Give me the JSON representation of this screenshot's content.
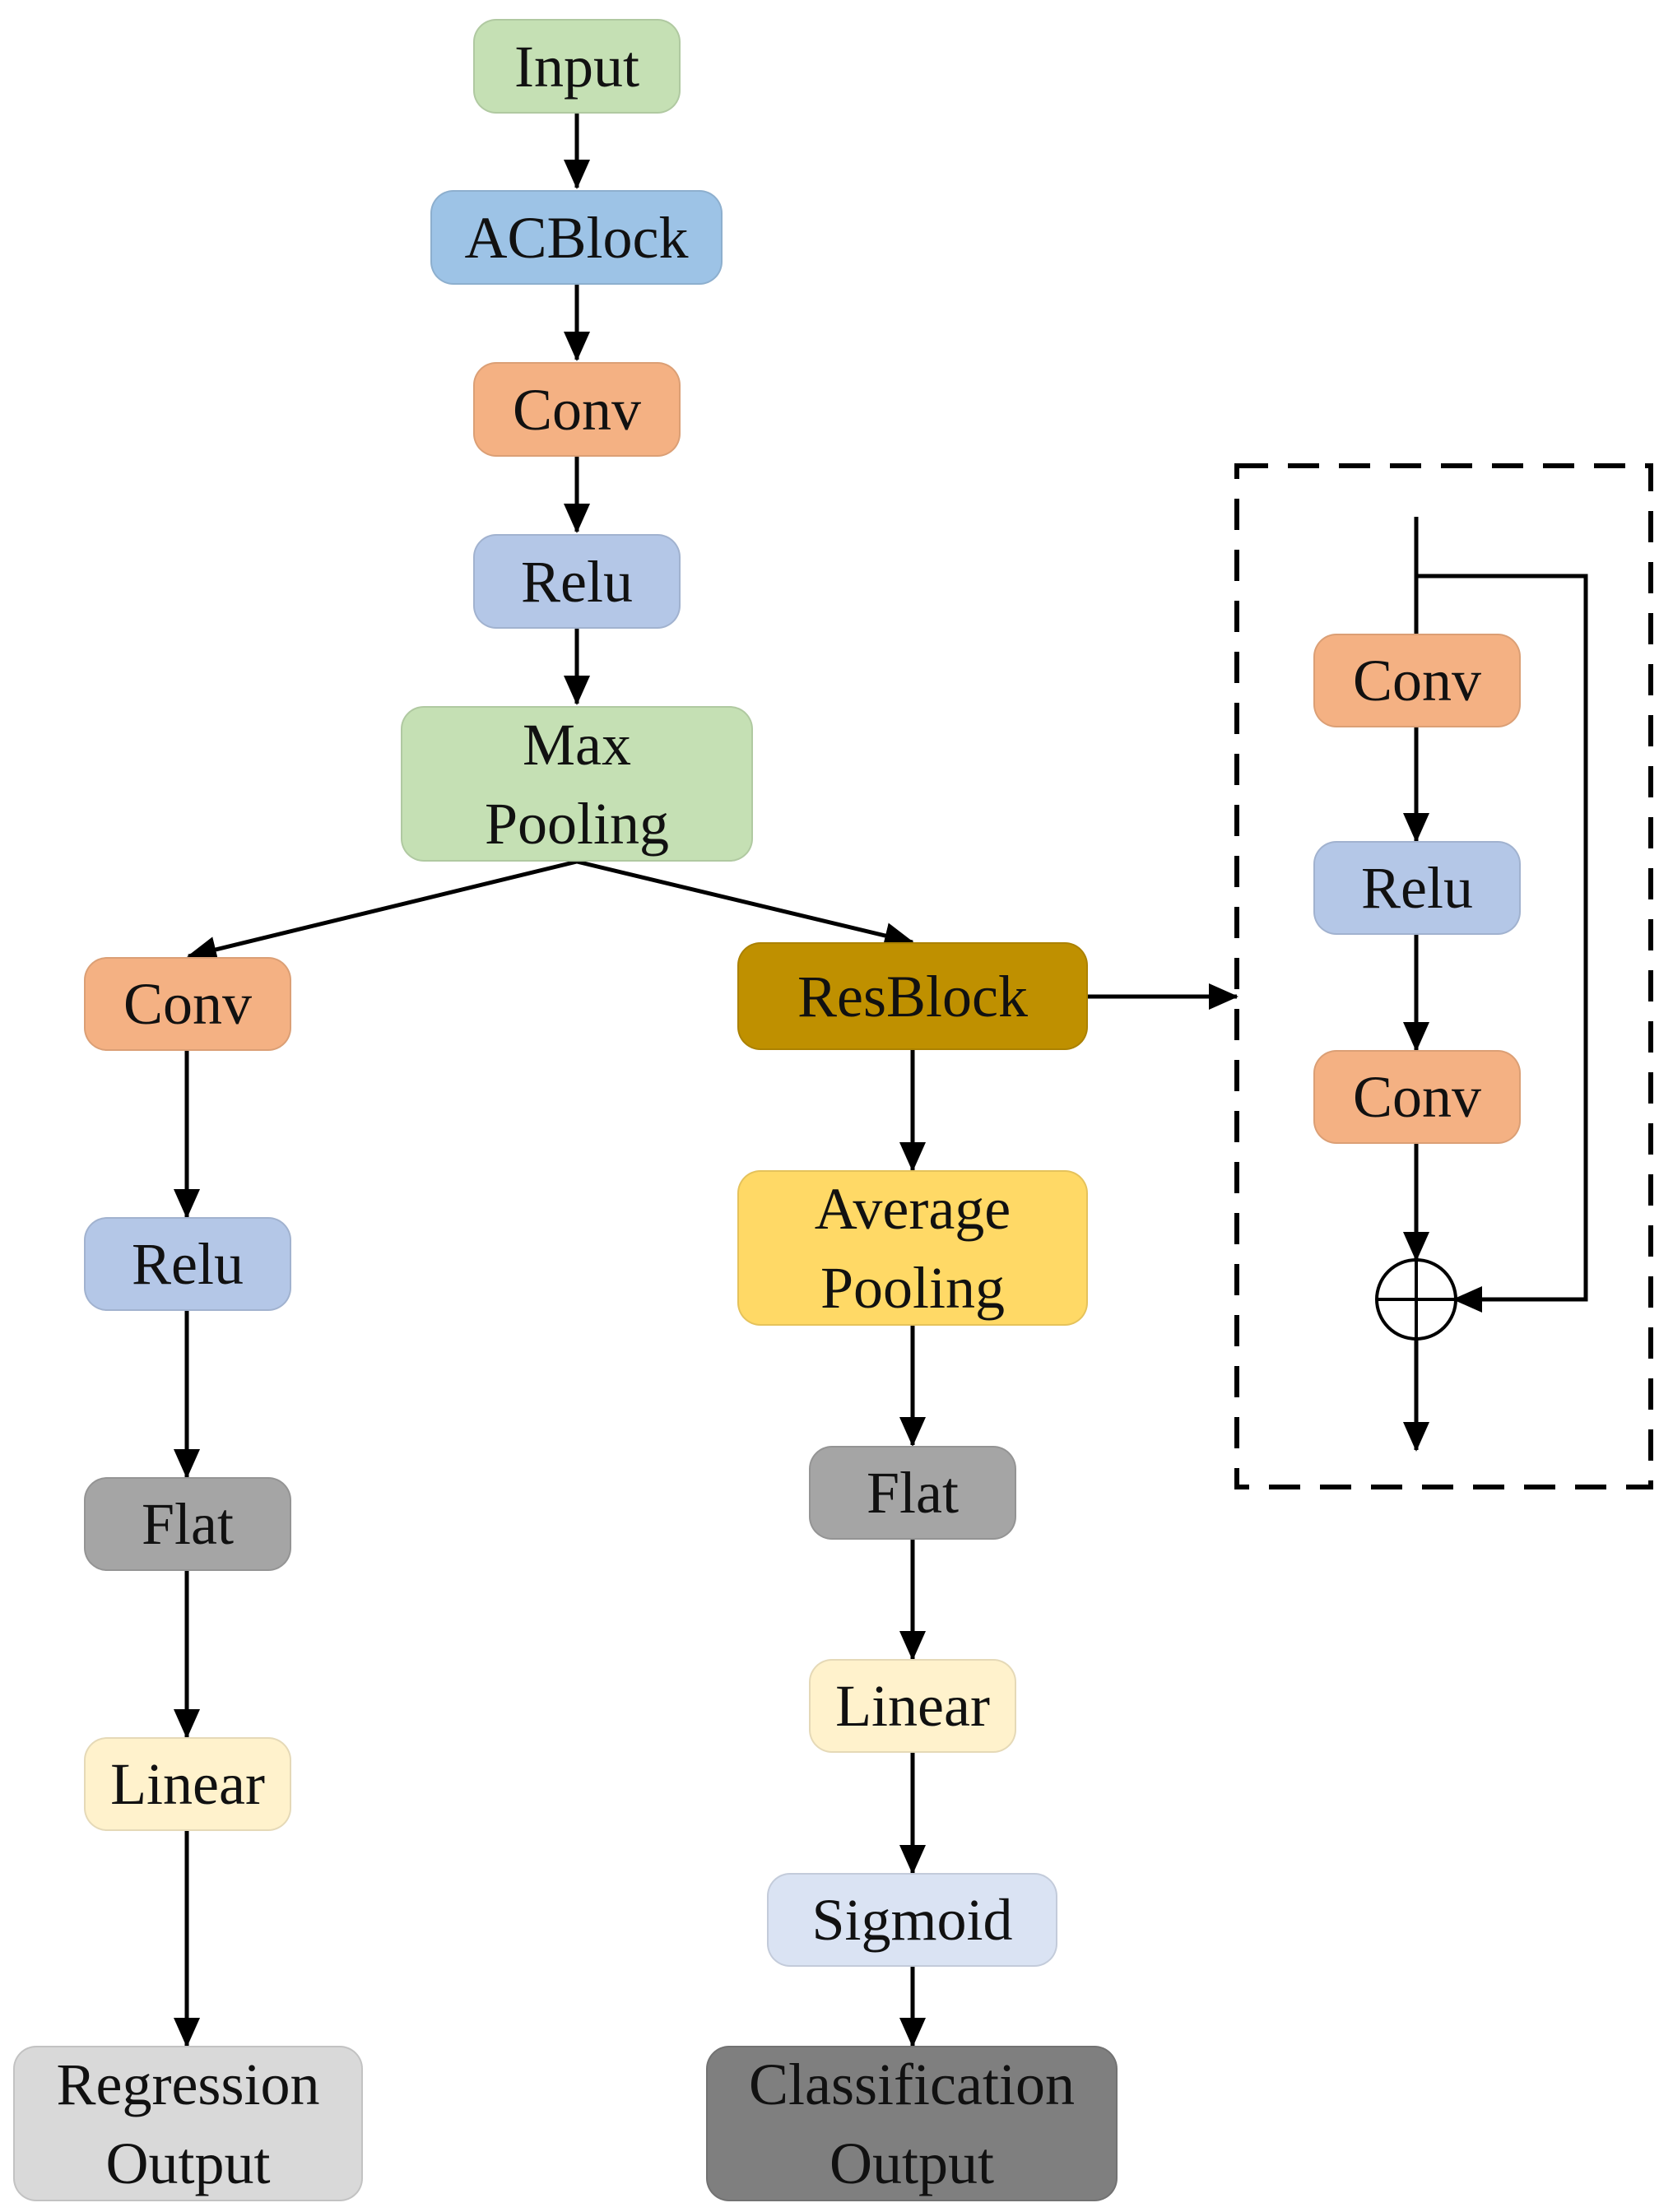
{
  "colors": {
    "green": "#C5E0B4",
    "blue": "#9DC3E6",
    "orange": "#F4B183",
    "periwinkle": "#B4C7E7",
    "olive": "#BF9000",
    "yellow": "#FFD966",
    "gray_mid": "#A5A5A5",
    "cream": "#FFF2CC",
    "lavender": "#DAE3F3",
    "gray_light": "#D9D9D9",
    "gray_dark": "#7F7F7F"
  },
  "main_path": {
    "input": "Input",
    "acblock": "ACBlock",
    "conv": "Conv",
    "relu": "Relu",
    "max_pooling": [
      "Max",
      "Pooling"
    ]
  },
  "regression_branch": {
    "conv": "Conv",
    "relu": "Relu",
    "flat": "Flat",
    "linear": "Linear",
    "output": [
      "Regression",
      "Output"
    ]
  },
  "classification_branch": {
    "resblock": "ResBlock",
    "average_pooling": [
      "Average",
      "Pooling"
    ],
    "flat": "Flat",
    "linear": "Linear",
    "sigmoid": "Sigmoid",
    "output": [
      "Classification",
      "Output"
    ]
  },
  "resblock_detail": {
    "conv1": "Conv",
    "relu": "Relu",
    "conv2": "Conv",
    "add_symbol": "⊕"
  }
}
